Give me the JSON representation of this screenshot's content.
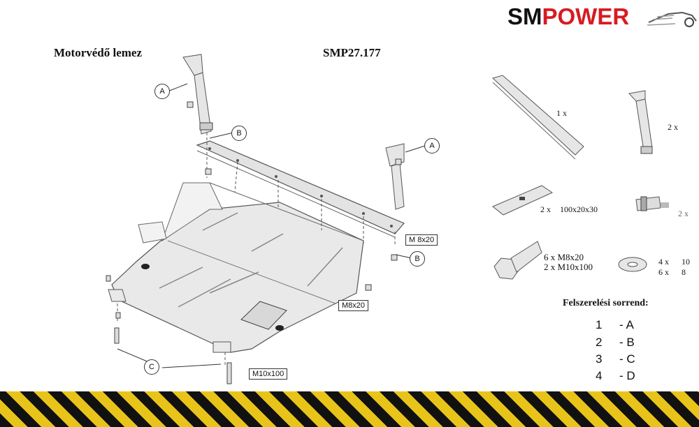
{
  "brand": {
    "sm": "SM",
    "power": "POWER"
  },
  "header": {
    "product_name": "Motorvédő lemez",
    "product_code": "SMP27.177"
  },
  "callouts": {
    "a": "A",
    "b": "B",
    "c": "C"
  },
  "box_labels": {
    "m8x20_top": "M 8x20",
    "m8x20_side": "M8x20",
    "m10x100": "M10x100"
  },
  "parts": {
    "rail_qty": "1 x",
    "bracket_qty": "2 x",
    "plate_qty": "2 x",
    "plate_size": "100x20x30",
    "clip_qty": "2 x",
    "bolt_line1": "6 x  M8x20",
    "bolt_line2": "2 x  M10x100",
    "washer_line1_qty": "4  x",
    "washer_line1_size": "10",
    "washer_line2_qty": "6  x",
    "washer_line2_size": "8"
  },
  "assembly": {
    "title": "Felszerelési sorrend:",
    "steps": [
      {
        "num": "1",
        "label": "- A"
      },
      {
        "num": "2",
        "label": "- B"
      },
      {
        "num": "3",
        "label": "- C"
      },
      {
        "num": "4",
        "label": "- D"
      }
    ]
  },
  "colors": {
    "brand_red": "#d71c22",
    "hazard_yellow": "#e8c41a",
    "hazard_black": "#111111"
  }
}
